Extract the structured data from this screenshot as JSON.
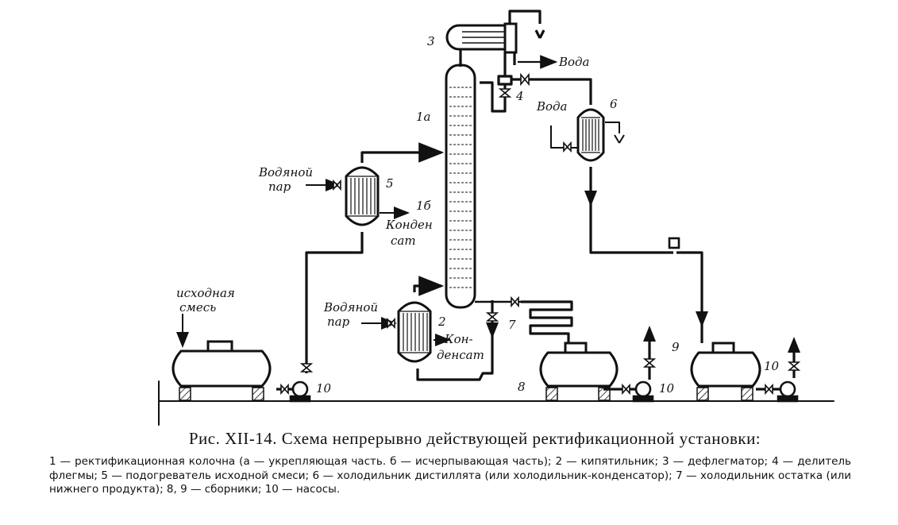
{
  "labels": {
    "num_3": "3",
    "num_4": "4",
    "num_6": "6",
    "num_1a": "1а",
    "num_1b": "1б",
    "num_5": "5",
    "num_2": "2",
    "num_7": "7",
    "num_8": "8",
    "num_9": "9",
    "num_10a": "10",
    "num_10b": "10",
    "num_10c": "10",
    "voda_top": "Вода",
    "voda_cooler": "Вода",
    "steam5_line1": "Водяной",
    "steam5_line2": "пар",
    "cond5_line1": "Конден",
    "cond5_line2": "сат",
    "feed_line1": "исходная",
    "feed_line2": "смесь",
    "steam2_line1": "Водяной",
    "steam2_line2": "пар",
    "cond2_line1": "Кон-",
    "cond2_line2": "денсат"
  },
  "caption": {
    "title": "Рис. XII-14. Схема непрерывно действующей ректификационной установки:",
    "legend": "1 — ректификационная колочна (а — укрепляющая часть. б — исчерпывающая часть); 2 — кипятильник; 3 — дефлегматор; 4 — делитель флегмы; 5 — подогреватель исходной смеси; 6 — холодильник дистиллята (или холодильник-конденсатор); 7 — холодильник остатка (или нижнего продукта); 8, 9 — сборники; 10 — насосы."
  }
}
